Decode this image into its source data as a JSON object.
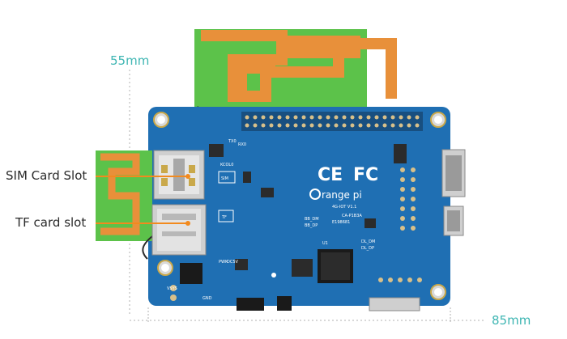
{
  "dimensions": {
    "height_label": "55mm",
    "width_label": "85mm"
  },
  "callouts": {
    "sim_label": "SIM Card Slot",
    "tf_label": "TF card slot"
  },
  "board": {
    "brand_text": "range pi",
    "model_text": "4G-IOT V1.1",
    "cert_line1": "CA-P1B3A",
    "cert_line2": "E198681",
    "silk_sim": "SIM",
    "silk_tf": "TF",
    "silk_kcol": "KCOL0",
    "silk_tx": "TX0",
    "silk_rx": "RX0",
    "silk_bb_dm": "BB_DM",
    "silk_bb_dp": "BB_DP",
    "silk_dl_dm": "DL_DM",
    "silk_dl_dp": "DL_DP",
    "silk_u1": "U1",
    "silk_pwk": "PWK",
    "silk_dc5v": "DC5V",
    "silk_vsys": "VSYS",
    "silk_gnd": "GND"
  },
  "colors": {
    "pcb": "#1f6fb3",
    "antenna_fr4": "#5cc24a",
    "antenna_copper": "#e8903a",
    "dimension": "#3fb6b3",
    "callout_line": "#f28a1e"
  }
}
